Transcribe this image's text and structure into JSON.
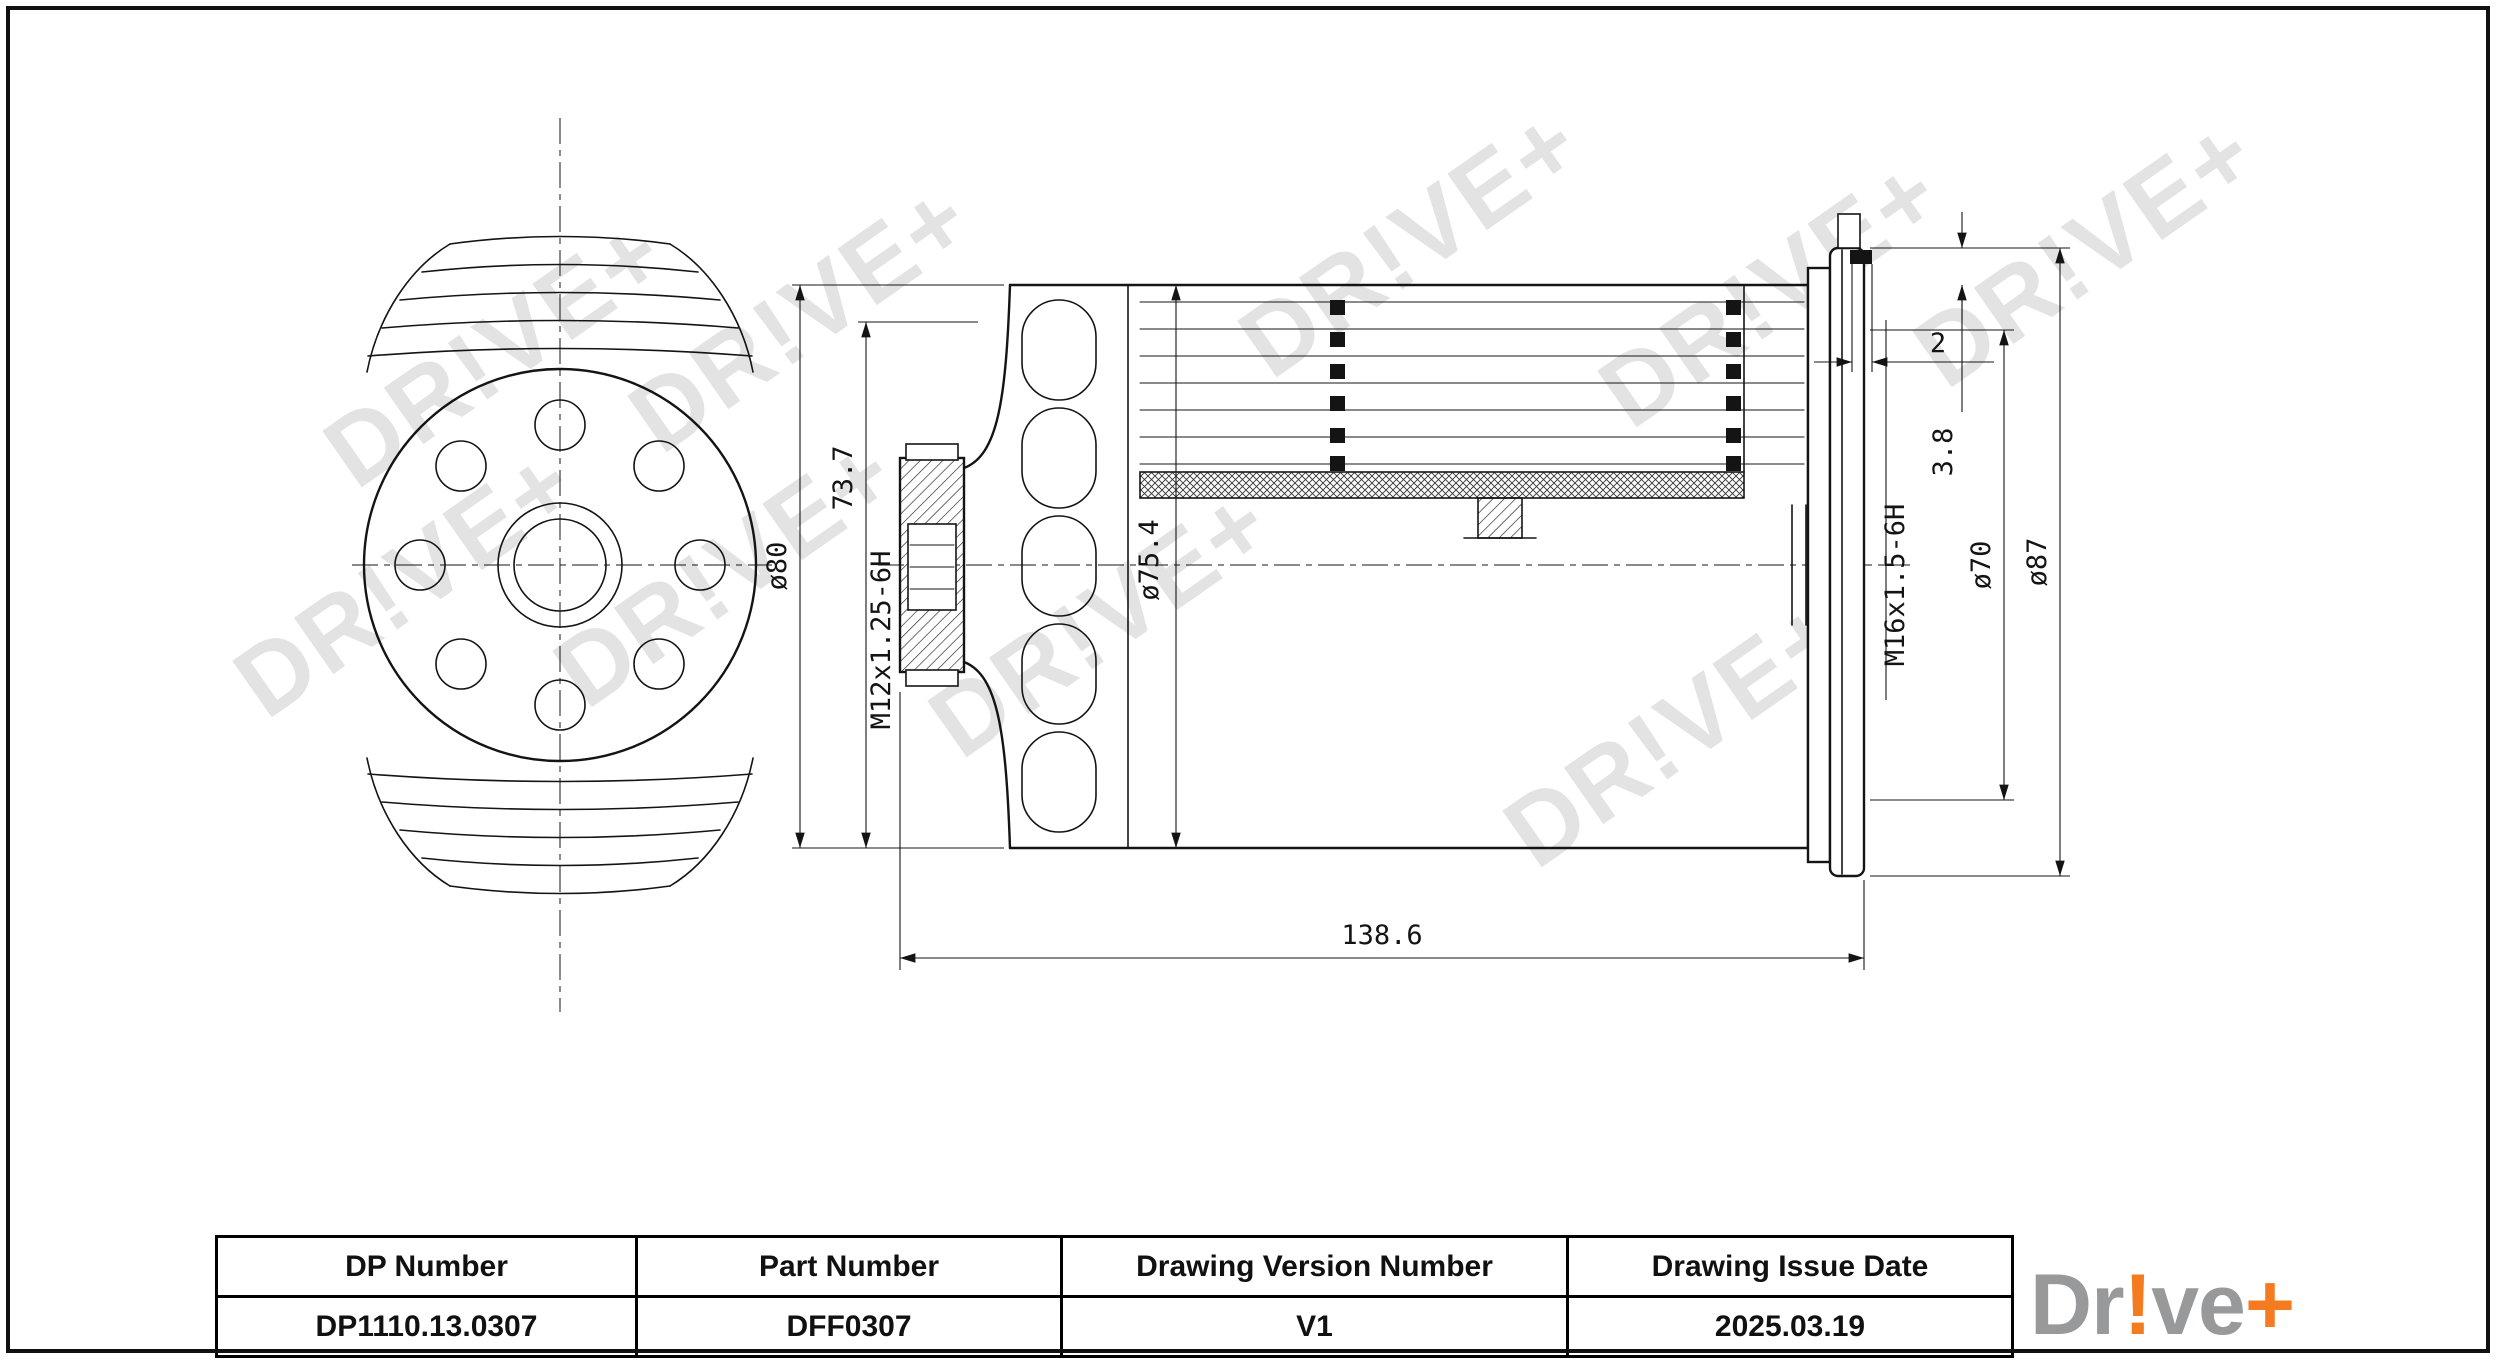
{
  "drawing": {
    "watermark_text": "DR!VE+",
    "dimensions": {
      "height_73_7": "73.7",
      "dia_80": "ø80",
      "thread_inlet": "M12x1.25-6H",
      "dia_body": "ø75.4",
      "overall_length": "138.6",
      "seal_width": "2",
      "seal_depth": "3.8",
      "thread_outlet": "M16x1.5-6H",
      "dia_inner": "ø70",
      "dia_flange": "ø87"
    }
  },
  "title_block": {
    "headers": [
      "DP Number",
      "Part Number",
      "Drawing Version Number",
      "Drawing Issue Date"
    ],
    "values": [
      "DP1110.13.0307",
      "DFF0307",
      "V1",
      "2025.03.19"
    ]
  },
  "logo": {
    "part1": "Dr",
    "part2": "!",
    "part3": "ve",
    "part4": "+",
    "gray": "#97999b",
    "orange": "#f47b20"
  }
}
